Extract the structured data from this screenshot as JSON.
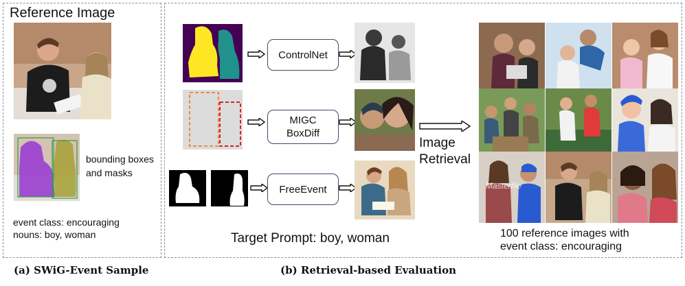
{
  "panel_a": {
    "title": "Reference Image",
    "annotation": [
      "bounding boxes",
      "and masks"
    ],
    "event_class": "event class: encouraging",
    "nouns": "nouns: boy, woman",
    "caption": "(a) SWiG-Event  Sample"
  },
  "panel_b": {
    "methods": [
      "ControlNet",
      "MIGC",
      "BoxDiff",
      "FreeEvent"
    ],
    "retrieval": [
      "Image",
      "Retrieval"
    ],
    "target_prompt": "Target Prompt: boy, woman",
    "reference_note": [
      "100 reference images with",
      "event class: encouraging"
    ],
    "grid_watermark": "Masterfile",
    "caption": "(b) Retrieval-based Evaluation"
  },
  "colors": {
    "panel_border": "#8a8f9c",
    "box_border": "#3d4a66",
    "mask_purple": "#440154",
    "mask_yellow": "#fde725",
    "mask_teal": "#21918c",
    "bbox_orange": "#f08a3c",
    "bbox_red": "#e02020",
    "seg_purple": "#9b3fd0",
    "seg_olive": "#a8a33c"
  }
}
